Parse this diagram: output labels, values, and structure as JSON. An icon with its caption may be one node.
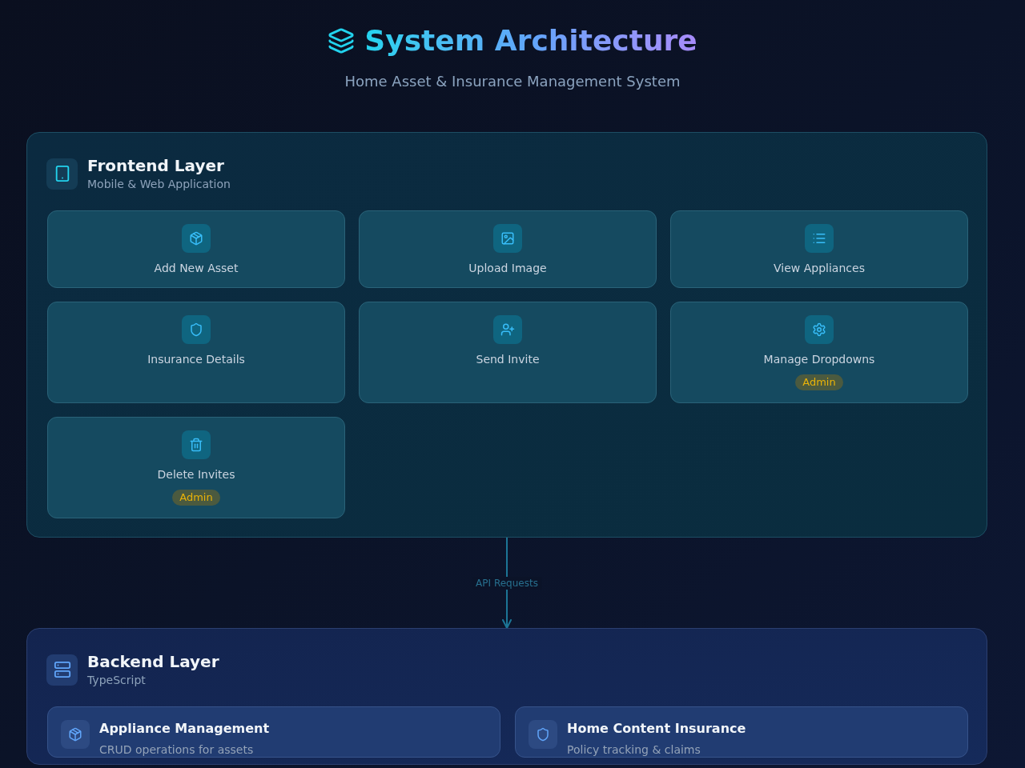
{
  "diagram": {
    "title": "System Architecture",
    "nodes": [
      {
        "text": [
          "Frontend Layer",
          "Mobile & Web Application"
        ]
      },
      {
        "text": [
          "Add New Asset"
        ],
        "in": 0
      },
      {
        "text": [
          "Upload Image"
        ],
        "in": 0
      },
      {
        "text": [
          "View Appliances"
        ],
        "in": 0
      },
      {
        "text": [
          "Insurance Details"
        ],
        "in": 0
      },
      {
        "text": [
          "Send Invite"
        ],
        "in": 0
      },
      {
        "text": [
          "Manage Dropdowns",
          "Admin"
        ],
        "in": 0
      },
      {
        "text": [
          "Delete Invites",
          "Admin"
        ],
        "in": 0
      },
      {
        "text": [
          "Backend Layer",
          "TypeScript"
        ]
      },
      {
        "text": [
          "Appliance Management",
          "CRUD operations for assets"
        ],
        "in": 8
      },
      {
        "text": [
          "Home Content Insurance",
          "Policy tracking & claims"
        ],
        "in": 8
      }
    ],
    "edges": [
      {
        "from": 0,
        "to": 8,
        "arrow": "to",
        "label": "API Requests"
      }
    ],
    "labels": [
      "Home Asset & Insurance Management System"
    ]
  }
}
